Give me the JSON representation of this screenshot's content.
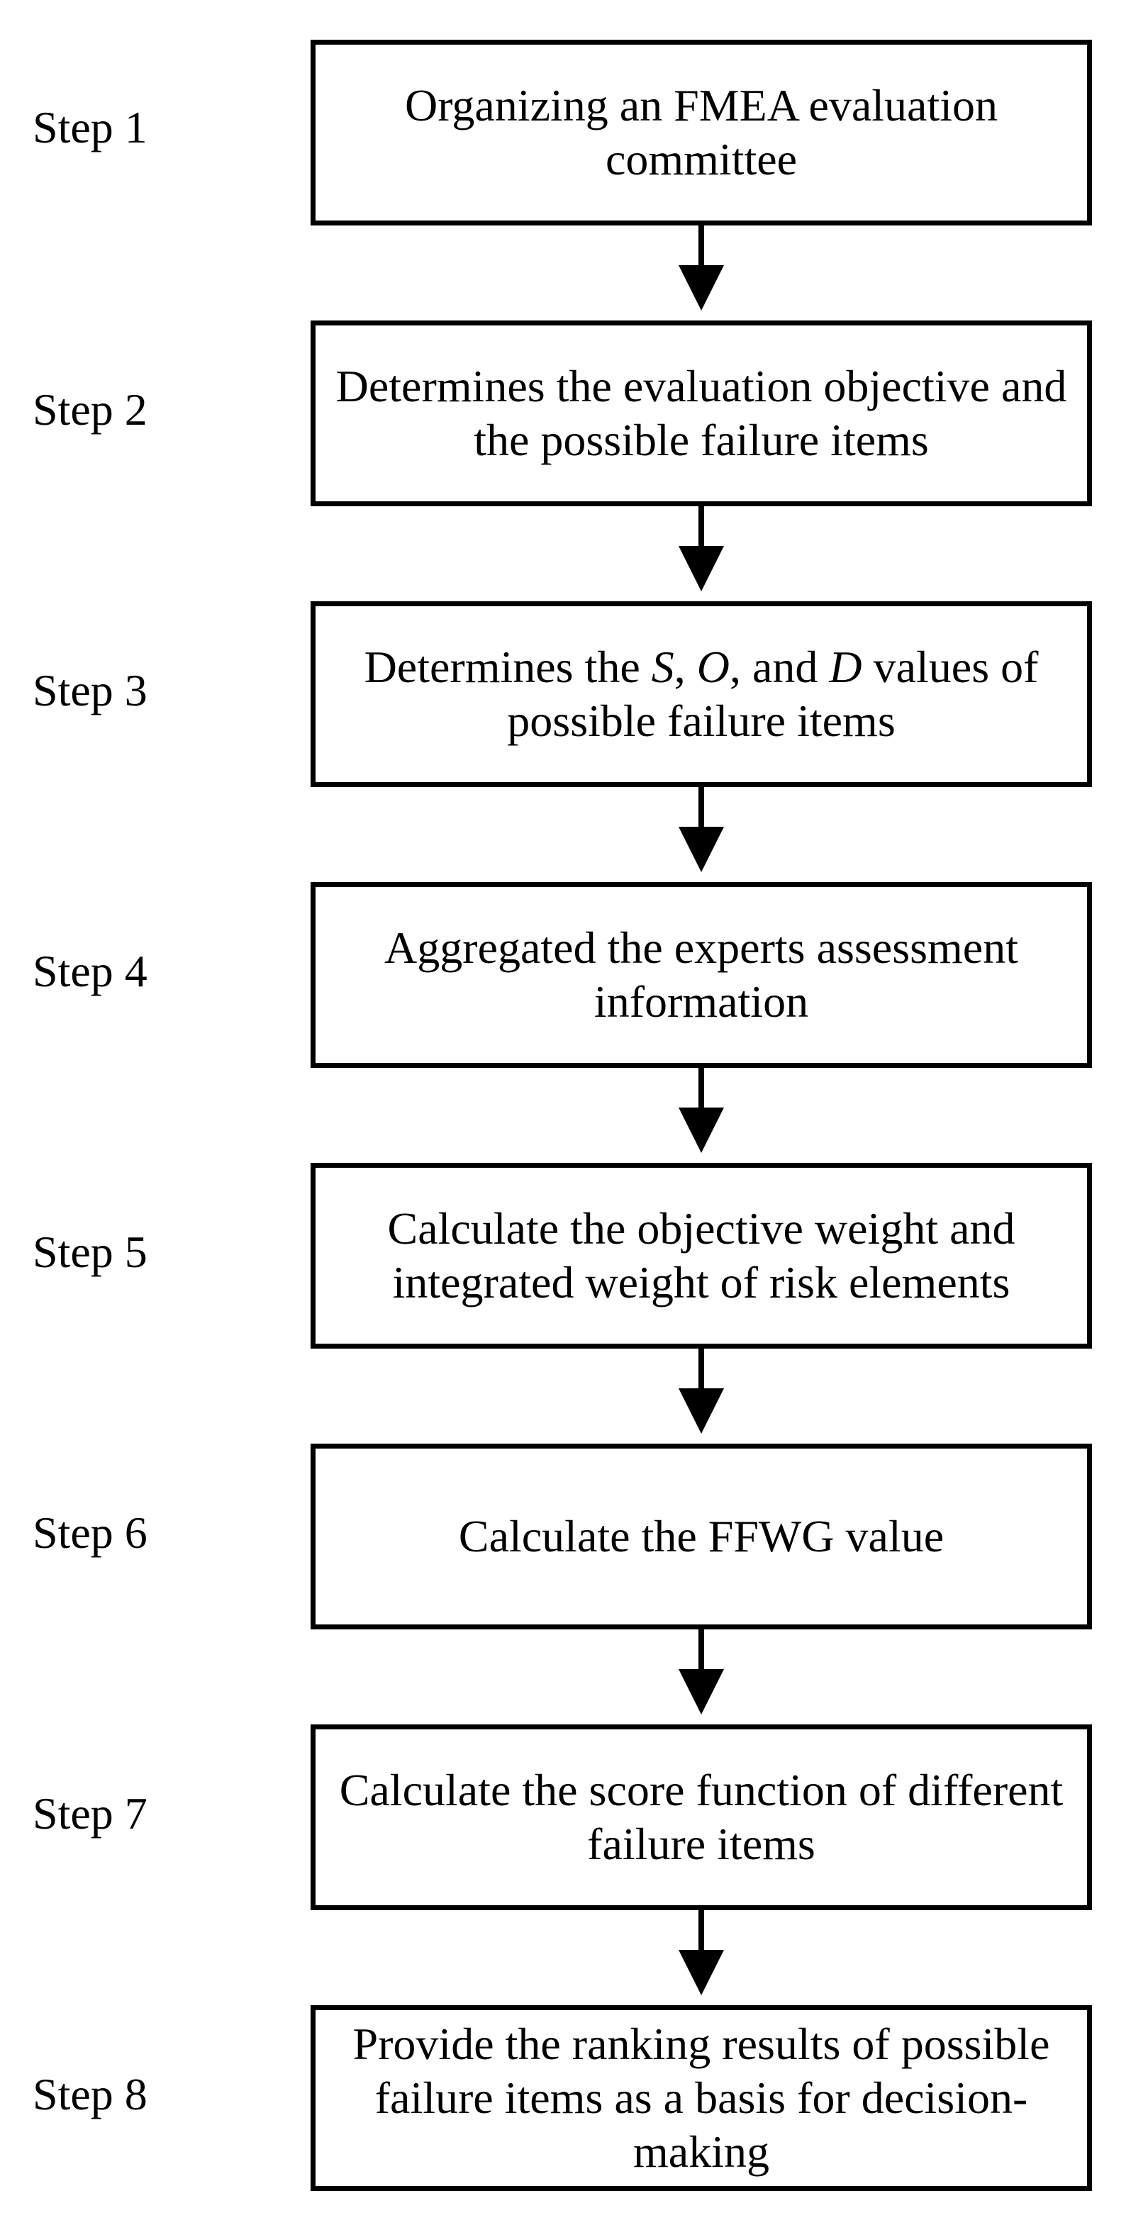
{
  "steps": [
    {
      "label": "Step 1",
      "text": "Organizing an FMEA evaluation committee"
    },
    {
      "label": "Step 2",
      "text": "Determines the evaluation objective and the possible failure items"
    },
    {
      "label": "Step 3",
      "text": "Determines the S, O, and D values of possible failure items"
    },
    {
      "label": "Step 4",
      "text": "Aggregated the experts assessment information"
    },
    {
      "label": "Step 5",
      "text": "Calculate the objective weight and integrated weight of risk elements"
    },
    {
      "label": "Step 6",
      "text": "Calculate the FFWG value"
    },
    {
      "label": "Step 7",
      "text": "Calculate the score function of different failure items"
    },
    {
      "label": "Step 8",
      "text": "Provide the ranking results of possible failure items as a basis for decision-making"
    }
  ],
  "colors": {
    "line": "#000000",
    "background": "#ffffff"
  }
}
